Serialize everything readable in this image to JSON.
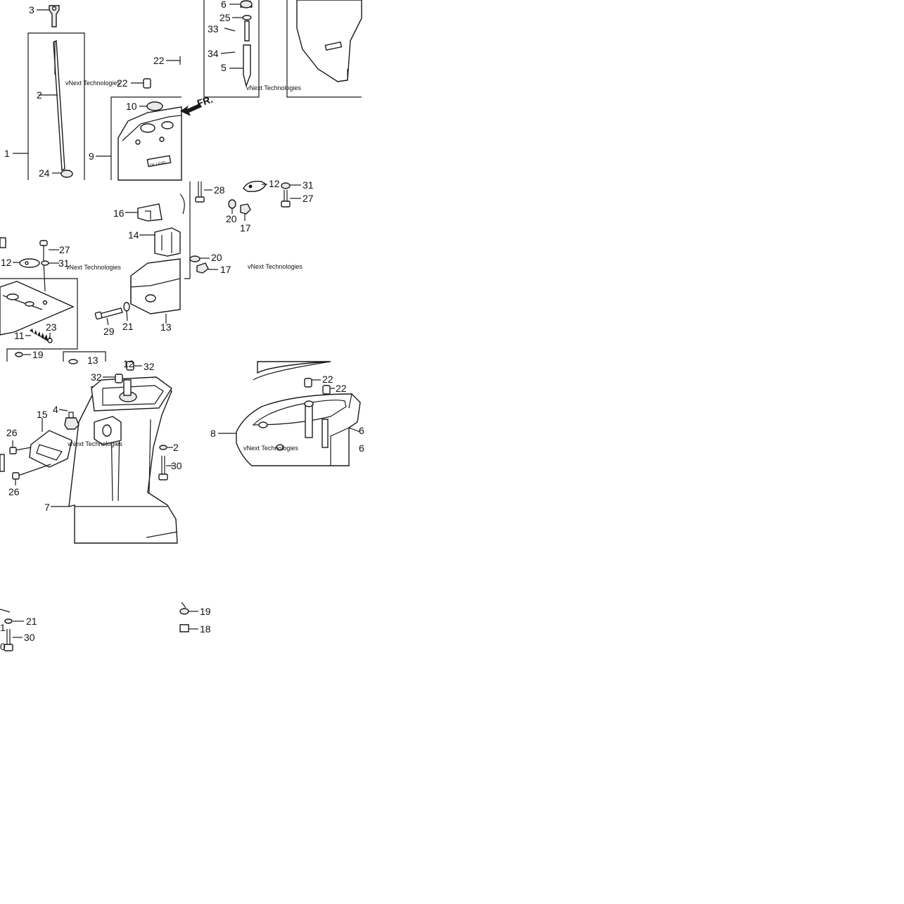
{
  "watermark_text": "vNext Technologies",
  "front_marker": "FR.",
  "oil_level_label": "OIL LEVEL",
  "callouts": {
    "n1": "1",
    "n2": "2",
    "n3": "3",
    "n4": "4",
    "n5": "5",
    "n6": "6",
    "n7": "7",
    "n8": "8",
    "n9": "9",
    "n10": "10",
    "n11": "11",
    "n12": "12",
    "n13": "13",
    "n14": "14",
    "n15": "15",
    "n16": "16",
    "n17": "17",
    "n18": "18",
    "n19": "19",
    "n20": "20",
    "n21": "21",
    "n22": "22",
    "n23": "23",
    "n24": "24",
    "n25": "25",
    "n26": "26",
    "n27": "27",
    "n28": "28",
    "n29": "29",
    "n30": "30",
    "n31": "31",
    "n32": "32",
    "n33": "33",
    "n34": "34"
  },
  "cut_labels": {
    "t12": "12",
    "t13": "13",
    "t1": "1",
    "t0": "0",
    "t21": "2",
    "t30": "30",
    "t6": "6",
    "t6b": "6"
  }
}
